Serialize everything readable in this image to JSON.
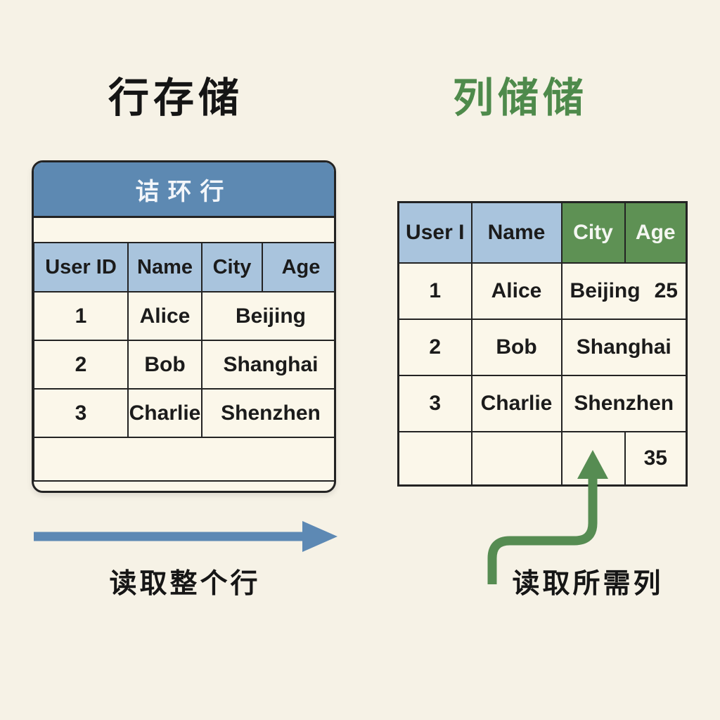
{
  "titles": {
    "left": "行存储",
    "right": "列储储"
  },
  "left_panel": {
    "card_header": "诘环行",
    "table": {
      "headers": [
        "User ID",
        "Name",
        "City",
        "Age"
      ],
      "rows": [
        {
          "id": "1",
          "name": "Alice",
          "city": "Beijing"
        },
        {
          "id": "2",
          "name": "Bob",
          "city": "Shanghai"
        },
        {
          "id": "3",
          "name": "Charlie",
          "city": "Shenzhen"
        }
      ]
    },
    "caption": "读取整个行"
  },
  "right_panel": {
    "table": {
      "headers": [
        "User I",
        "Name",
        "City",
        "Age"
      ],
      "rows": [
        {
          "id": "1",
          "name": "Alice",
          "city": "Beijing",
          "age": "25"
        },
        {
          "id": "2",
          "name": "Bob",
          "city": "Shanghai",
          "age": ""
        },
        {
          "id": "3",
          "name": "Charlie",
          "city": "Shenzhen",
          "age": ""
        },
        {
          "id": "",
          "name": "",
          "city": "",
          "age": "35"
        }
      ]
    },
    "caption": "读取所需列"
  },
  "icons": {
    "row_read_arrow": "right-arrow",
    "column_read_arrow": "up-curved-arrow"
  },
  "colors": {
    "background": "#f6f2e6",
    "blue_header": "#5d89b2",
    "light_blue_cell": "#a9c4dd",
    "green_accent": "#4e8a4b",
    "green_cell": "#5e9154",
    "arrow_blue": "#5d89b4",
    "arrow_green": "#568c52",
    "table_border": "#232323",
    "card_bg": "#fbf7ea"
  }
}
